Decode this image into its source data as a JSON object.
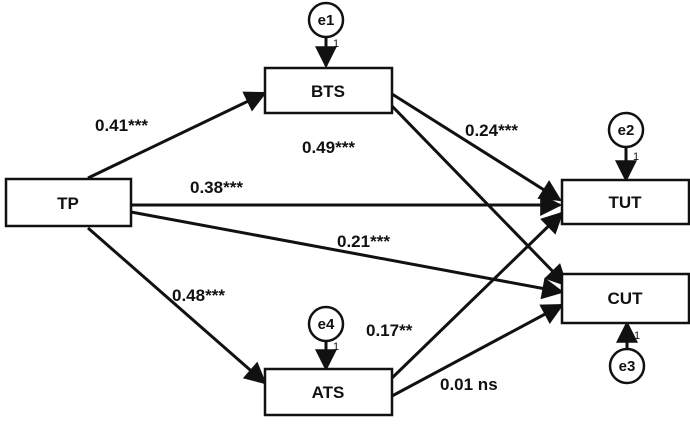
{
  "nodes": {
    "tp": {
      "label": "TP"
    },
    "bts": {
      "label": "BTS"
    },
    "ats": {
      "label": "ATS"
    },
    "tut": {
      "label": "TUT"
    },
    "cut": {
      "label": "CUT"
    }
  },
  "errors": {
    "e1": {
      "label": "e1",
      "weight": "1"
    },
    "e2": {
      "label": "e2",
      "weight": "1"
    },
    "e3": {
      "label": "e3",
      "weight": "1"
    },
    "e4": {
      "label": "e4",
      "weight": "1"
    }
  },
  "paths": {
    "tp_bts": {
      "coef": "0.41***"
    },
    "tp_tut": {
      "coef": "0.38***"
    },
    "tp_cut": {
      "coef": "0.21***"
    },
    "tp_ats": {
      "coef": "0.48***"
    },
    "bts_tut": {
      "coef": "0.24***"
    },
    "bts_cut": {
      "coef": "0.49***"
    },
    "ats_tut": {
      "coef": "0.17**"
    },
    "ats_cut": {
      "coef": "0.01 ns"
    }
  }
}
